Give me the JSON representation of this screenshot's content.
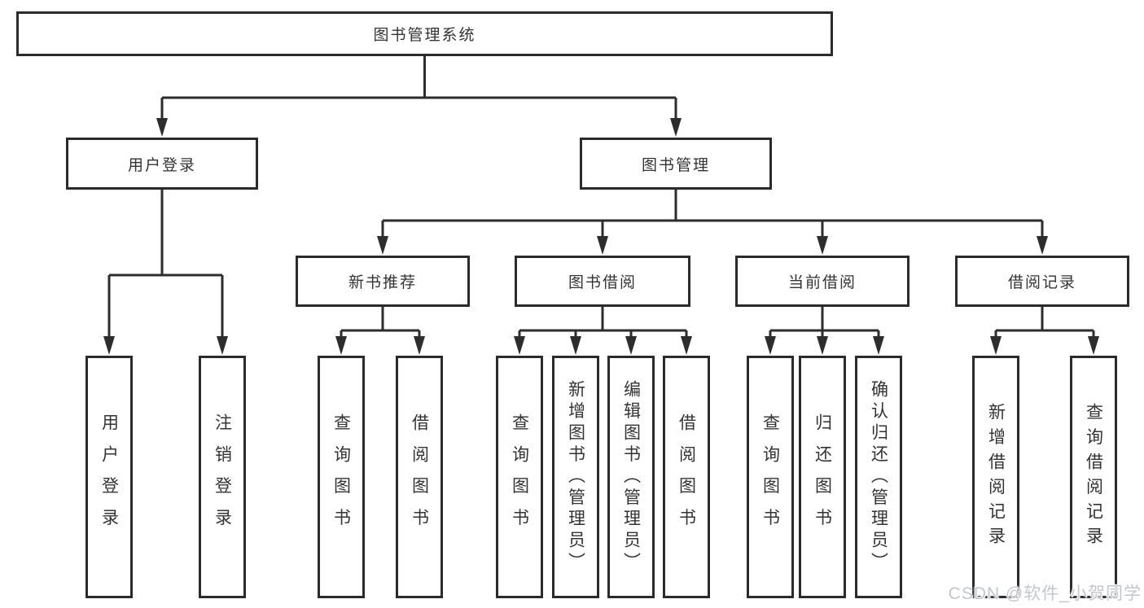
{
  "watermark": "CSDN @软件_小贺同学",
  "colors": {
    "line": "#2d2d2d",
    "box_border": "#2b2b2b",
    "text": "#333333",
    "watermark_text": "#c3c6cb"
  },
  "nodes": {
    "root": {
      "label": "图书管理系统"
    },
    "user_login": {
      "label": "用户登录",
      "children": [
        {
          "label": "用户登录"
        },
        {
          "label": "注销登录"
        }
      ]
    },
    "book_mgmt": {
      "label": "图书管理"
    },
    "new_book": {
      "label": "新书推荐",
      "children": [
        {
          "label": "查询图书"
        },
        {
          "label": "借阅图书"
        }
      ]
    },
    "borrow": {
      "label": "图书借阅",
      "children": [
        {
          "label": "查询图书"
        },
        {
          "label": "新增图书（管理员）"
        },
        {
          "label": "编辑图书（管理员）"
        },
        {
          "label": "借阅图书"
        }
      ]
    },
    "current": {
      "label": "当前借阅",
      "children": [
        {
          "label": "查询图书"
        },
        {
          "label": "归还图书"
        },
        {
          "label": "确认归还（管理员）"
        }
      ]
    },
    "records": {
      "label": "借阅记录",
      "children": [
        {
          "label": "新增借阅记录"
        },
        {
          "label": "查询借阅记录"
        }
      ]
    }
  }
}
